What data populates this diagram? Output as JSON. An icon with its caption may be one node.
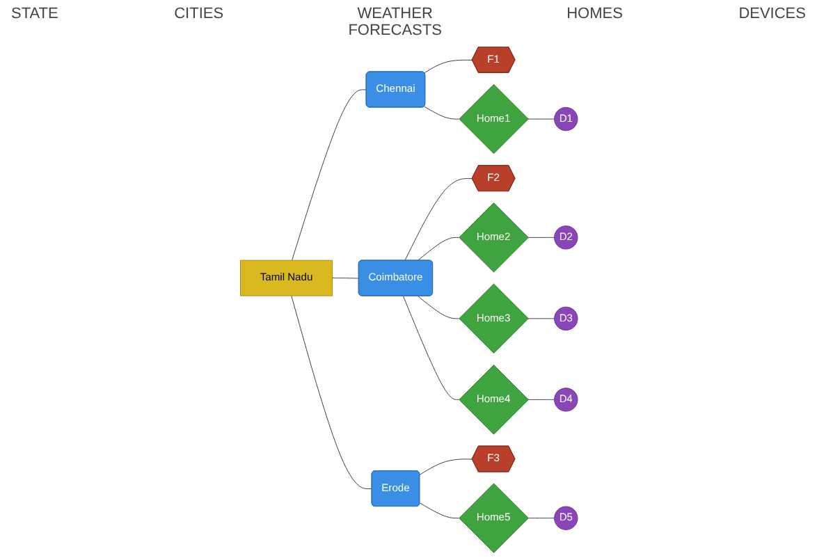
{
  "diagram": {
    "nodes": [
      {
        "text": [
          "Tamil Nadu"
        ]
      },
      {
        "text": [
          "Chennai"
        ]
      },
      {
        "text": [
          "Coimbatore"
        ]
      },
      {
        "text": [
          "Erode"
        ]
      },
      {
        "text": [
          "F1"
        ]
      },
      {
        "text": [
          "F2"
        ]
      },
      {
        "text": [
          "F3"
        ]
      },
      {
        "text": [
          "Home1"
        ]
      },
      {
        "text": [
          "Home2"
        ]
      },
      {
        "text": [
          "Home3"
        ]
      },
      {
        "text": [
          "Home4"
        ]
      },
      {
        "text": [
          "Home5"
        ]
      },
      {
        "text": [
          "D1"
        ]
      },
      {
        "text": [
          "D2"
        ]
      },
      {
        "text": [
          "D3"
        ]
      },
      {
        "text": [
          "D4"
        ]
      },
      {
        "text": [
          "D5"
        ]
      }
    ],
    "edges": [
      {
        "from": 0,
        "to": 1,
        "arrow": "none"
      },
      {
        "from": 0,
        "to": 2,
        "arrow": "none"
      },
      {
        "from": 0,
        "to": 3,
        "arrow": "none"
      },
      {
        "from": 1,
        "to": 4,
        "arrow": "none"
      },
      {
        "from": 2,
        "to": 5,
        "arrow": "none"
      },
      {
        "from": 3,
        "to": 6,
        "arrow": "none"
      },
      {
        "from": 1,
        "to": 7,
        "arrow": "none"
      },
      {
        "from": 2,
        "to": 8,
        "arrow": "none"
      },
      {
        "from": 2,
        "to": 9,
        "arrow": "none"
      },
      {
        "from": 2,
        "to": 10,
        "arrow": "none"
      },
      {
        "from": 3,
        "to": 11,
        "arrow": "none"
      },
      {
        "from": 7,
        "to": 12,
        "arrow": "none"
      },
      {
        "from": 8,
        "to": 13,
        "arrow": "none"
      },
      {
        "from": 9,
        "to": 14,
        "arrow": "none"
      },
      {
        "from": 10,
        "to": 15,
        "arrow": "none"
      },
      {
        "from": 11,
        "to": 16,
        "arrow": "none"
      }
    ],
    "labels": [
      "STATE",
      "CITIES",
      "WEATHER FORECASTS",
      "HOMES",
      "DEVICES"
    ]
  }
}
